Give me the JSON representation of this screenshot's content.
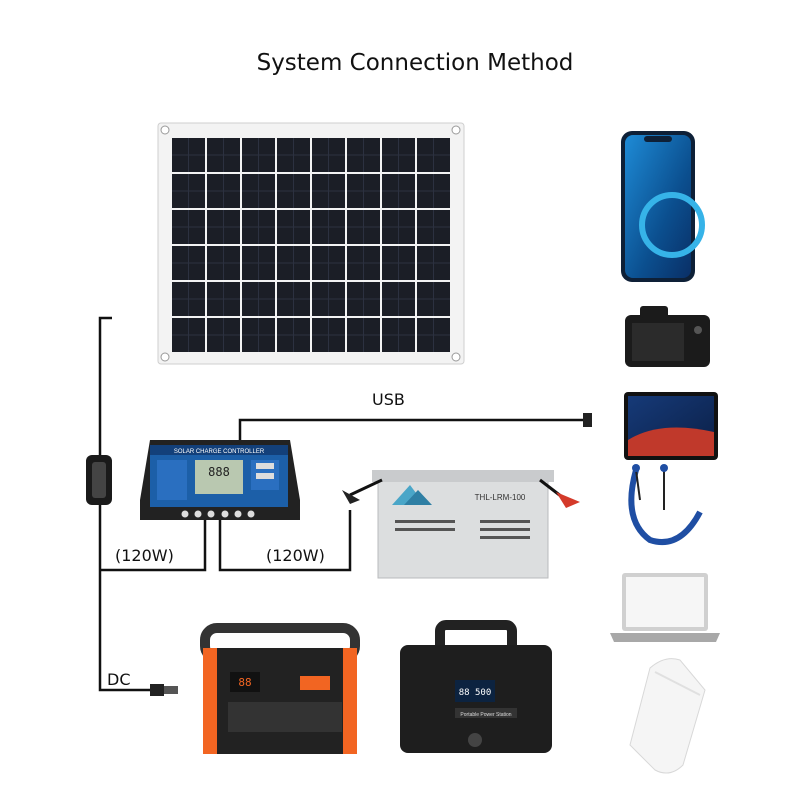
{
  "title": "System Connection Method",
  "labels": {
    "usb": "USB",
    "power_left": "(120W)",
    "power_right": "(120W)",
    "dc": "DC"
  },
  "controller": {
    "header": "SOLAR CHARGE CONTROLLER",
    "display": "888"
  },
  "battery": {
    "brand": "THL-LRM-100"
  },
  "power_station_orange": {
    "display": "88"
  },
  "power_station_black": {
    "display": "88 500",
    "strip": "Portable Power Station"
  },
  "colors": {
    "cable": "#111111",
    "panel_cell": "#1a1d24",
    "orange_accent": "#f26522",
    "battery_body": "#d9dbdc"
  },
  "icons": [
    "solar-panel-icon",
    "charge-controller-icon",
    "battery-icon",
    "smartphone-icon",
    "camera-icon",
    "tablet-icon",
    "earphones-icon",
    "laptop-icon",
    "power-bank-icon",
    "power-station-icon"
  ]
}
